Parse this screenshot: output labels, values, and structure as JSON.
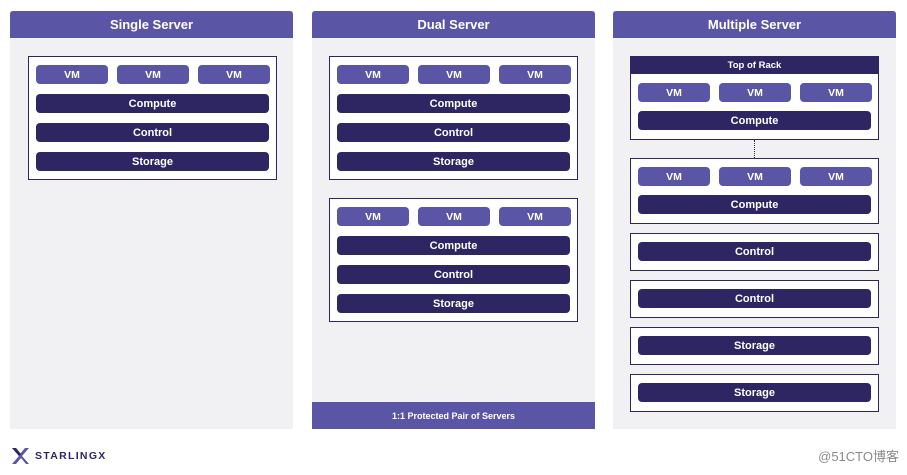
{
  "columns": {
    "single": {
      "title": "Single Server"
    },
    "dual": {
      "title": "Dual Server",
      "footer": "1:1 Protected Pair of Servers"
    },
    "multiple": {
      "title": "Multiple Server",
      "top_of_rack": "Top of Rack"
    }
  },
  "labels": {
    "vm": "VM",
    "compute": "Compute",
    "control": "Control",
    "storage": "Storage"
  },
  "logo": {
    "text": "STARLINGX"
  },
  "watermark": {
    "text": "@51CTO博客"
  },
  "colors": {
    "header": "#5b55a6",
    "vm": "#5b55a6",
    "bar": "#2e2563",
    "panel": "#f1f1f4"
  }
}
